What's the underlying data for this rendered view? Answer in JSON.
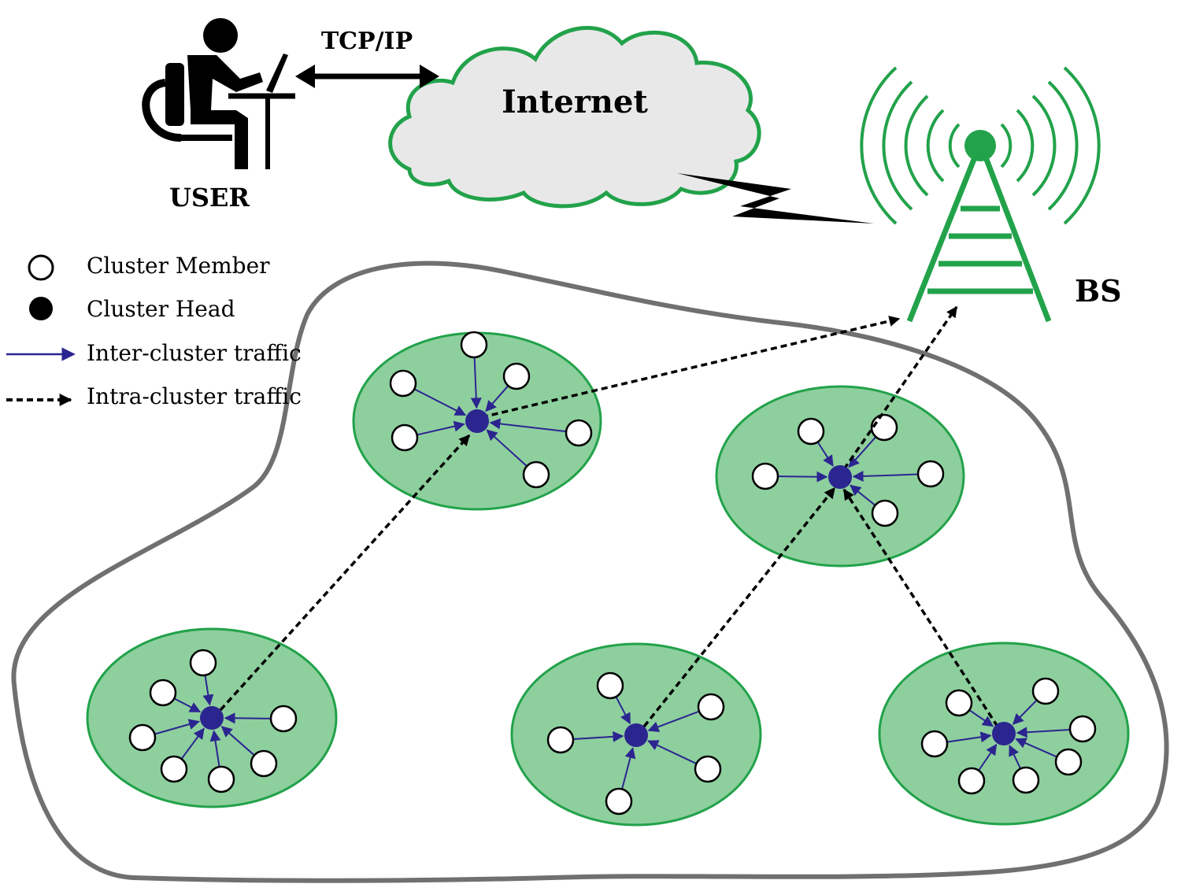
{
  "labels": {
    "user": "USER",
    "protocol": "TCP/IP",
    "internet": "Internet",
    "base_station": "BS"
  },
  "legend": {
    "cluster_member": "Cluster Member",
    "cluster_head": "Cluster Head",
    "inter_cluster": "Inter-cluster traffic",
    "intra_cluster": "Intra-cluster traffic"
  },
  "colors": {
    "cluster_fill": "#8ecf9e",
    "cluster_stroke": "#22a24a",
    "head": "#2b2590",
    "member_arrow": "#2b2590",
    "cloud_fill": "#e8e8e8",
    "cloud_stroke": "#22a24a",
    "tower": "#22a24a",
    "field_stroke": "#707070"
  },
  "icons": {
    "user": "user-at-laptop-icon",
    "tower": "radio-tower-icon",
    "link": "lightning-bolt-icon"
  }
}
